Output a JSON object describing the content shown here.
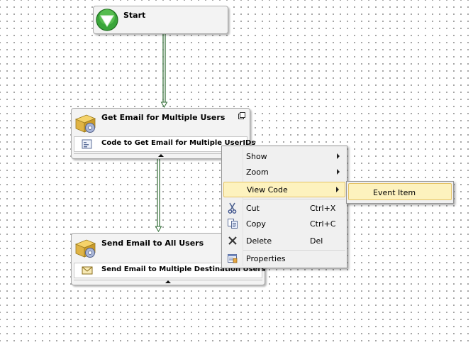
{
  "workflow": {
    "start": {
      "title": "Start"
    },
    "activities": [
      {
        "title": "Get Email for Multiple Users",
        "sub_label": "Code to Get Email for Multiple UserIDs"
      },
      {
        "title": "Send Email to All Users",
        "sub_label": "Send Email to Multiple Destination Users"
      }
    ]
  },
  "context_menu": {
    "items": [
      {
        "label": "Show",
        "submenu": true
      },
      {
        "label": "Zoom",
        "submenu": true
      },
      {
        "label": "View Code",
        "submenu": true,
        "highlighted": true
      },
      {
        "label": "Cut",
        "shortcut": "Ctrl+X",
        "icon": "scissors-icon"
      },
      {
        "label": "Copy",
        "shortcut": "Ctrl+C",
        "icon": "copy-icon"
      },
      {
        "label": "Delete",
        "shortcut": "Del",
        "icon": "delete-x-icon"
      },
      {
        "label": "Properties",
        "icon": "properties-icon"
      }
    ],
    "submenu": {
      "items": [
        {
          "label": "Event Item",
          "highlighted": true
        }
      ]
    }
  },
  "colors": {
    "connector": "#2e6b33",
    "highlight_fill": "#fdf2be",
    "highlight_border": "#e5c365",
    "start_green": "#3aa53a"
  }
}
